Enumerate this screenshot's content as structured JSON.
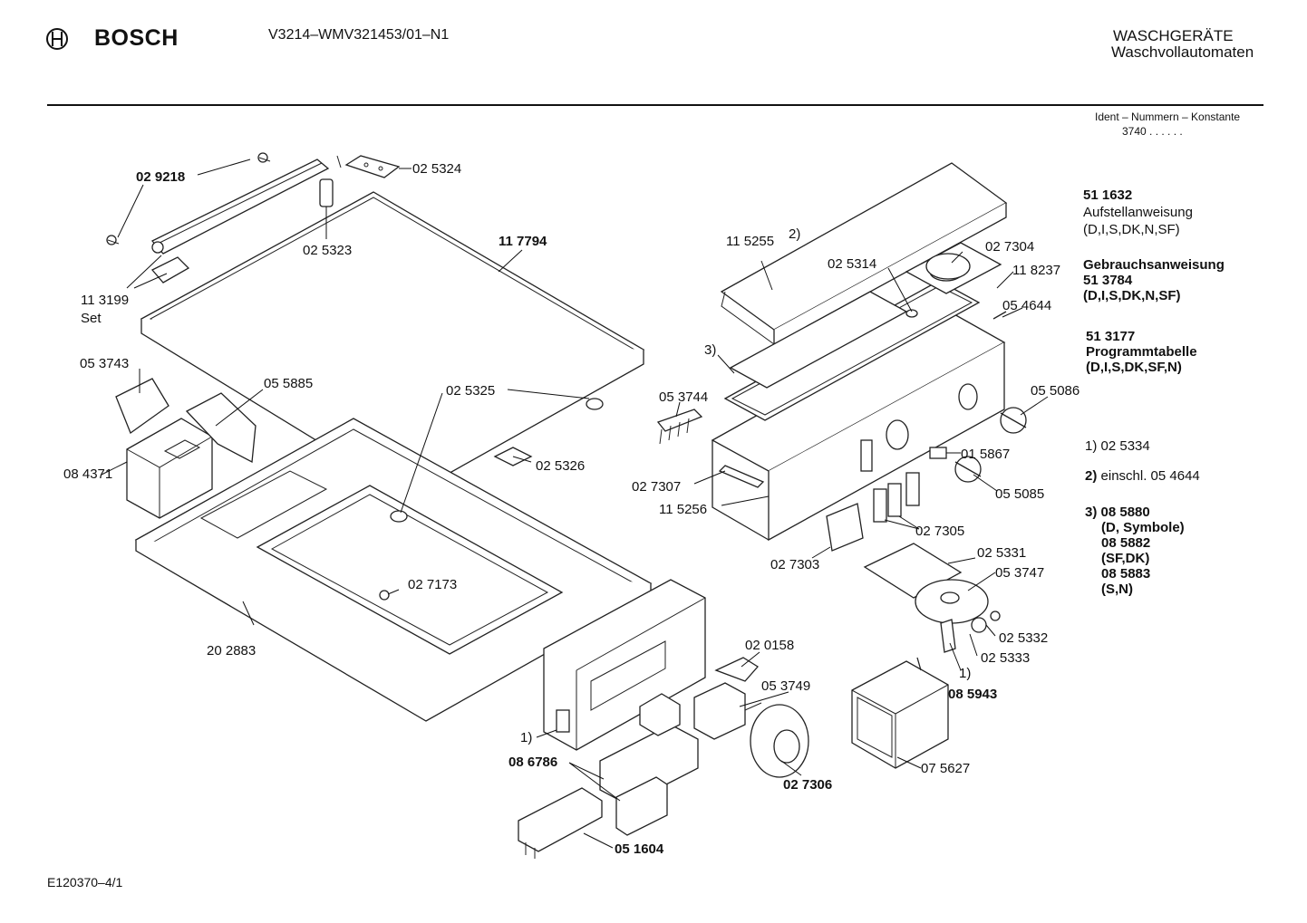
{
  "header": {
    "brand": "BOSCH",
    "model": "V3214–WMV321453/01–N1",
    "category_line1": "WASCHGERÄTE",
    "category_line2": "Waschvollautomaten",
    "ident_label": "Ident – Nummern – Konstante",
    "ident_value": "3740 . . . . . ."
  },
  "footer": {
    "code": "E120370–4/1"
  },
  "notes": {
    "n1_num": "51 1632",
    "n1_text1": "Aufstellanweisung",
    "n1_text2": "(D,I,S,DK,N,SF)",
    "n2_title": "Gebrauchsanweisung",
    "n2_num": "51 3784",
    "n2_text": "(D,I,S,DK,N,SF)",
    "n3_num": "51 3177",
    "n3_title": "Programmtabelle",
    "n3_text": "(D,I,S,DK,SF,N)",
    "f1": "1)  02 5334",
    "f2_a": "2)",
    "f2_b": "einschl. 05 4644",
    "f3_a": "3)  08 5880",
    "f3_b": "(D, Symbole)",
    "f3_c": "08 5882",
    "f3_d": "(SF,DK)",
    "f3_e": "08 5883",
    "f3_f": "(S,N)"
  },
  "parts": [
    {
      "id": "p1",
      "text": "02 9218",
      "bold": true
    },
    {
      "id": "p2",
      "text": "02 5324",
      "bold": false
    },
    {
      "id": "p3",
      "text": "02 5323",
      "bold": false
    },
    {
      "id": "p4",
      "text": "11 7794",
      "bold": true
    },
    {
      "id": "p5",
      "text": "11 3199",
      "bold": false
    },
    {
      "id": "p6",
      "text": "Set",
      "bold": false
    },
    {
      "id": "p7",
      "text": "05 3743",
      "bold": false
    },
    {
      "id": "p8",
      "text": "05 5885",
      "bold": false
    },
    {
      "id": "p9",
      "text": "02 5325",
      "bold": false
    },
    {
      "id": "p10",
      "text": "08 4371",
      "bold": false
    },
    {
      "id": "p11",
      "text": "02 5326",
      "bold": false
    },
    {
      "id": "p12",
      "text": "02 7173",
      "bold": false
    },
    {
      "id": "p13",
      "text": "20 2883",
      "bold": false
    },
    {
      "id": "p14",
      "text": "11 5255",
      "bold": false
    },
    {
      "id": "p15",
      "text": "2)",
      "bold": false
    },
    {
      "id": "p16",
      "text": "02 7304",
      "bold": false
    },
    {
      "id": "p17",
      "text": "02 5314",
      "bold": false
    },
    {
      "id": "p18",
      "text": "11 8237",
      "bold": false
    },
    {
      "id": "p19",
      "text": "05 4644",
      "bold": false
    },
    {
      "id": "p20",
      "text": "3)",
      "bold": false
    },
    {
      "id": "p21",
      "text": "05 3744",
      "bold": false
    },
    {
      "id": "p22",
      "text": "05 5086",
      "bold": false
    },
    {
      "id": "p23",
      "text": "01 5867",
      "bold": false
    },
    {
      "id": "p24",
      "text": "02 7307",
      "bold": false
    },
    {
      "id": "p25",
      "text": "11 5256",
      "bold": false
    },
    {
      "id": "p26",
      "text": "05 5085",
      "bold": false
    },
    {
      "id": "p27",
      "text": "02 7305",
      "bold": false
    },
    {
      "id": "p28",
      "text": "02 7303",
      "bold": false
    },
    {
      "id": "p29",
      "text": "02 5331",
      "bold": false
    },
    {
      "id": "p30",
      "text": "05 3747",
      "bold": false
    },
    {
      "id": "p31",
      "text": "02 5332",
      "bold": false
    },
    {
      "id": "p32",
      "text": "02 5333",
      "bold": false
    },
    {
      "id": "p33",
      "text": "1)",
      "bold": false
    },
    {
      "id": "p34",
      "text": "08 5943",
      "bold": true
    },
    {
      "id": "p35",
      "text": "02 0158",
      "bold": false
    },
    {
      "id": "p36",
      "text": "05 3749",
      "bold": false
    },
    {
      "id": "p37",
      "text": "1)",
      "bold": false
    },
    {
      "id": "p38",
      "text": "08 6786",
      "bold": true
    },
    {
      "id": "p39",
      "text": "02 7306",
      "bold": true
    },
    {
      "id": "p40",
      "text": "07 5627",
      "bold": false
    },
    {
      "id": "p41",
      "text": "05 1604",
      "bold": true
    }
  ]
}
